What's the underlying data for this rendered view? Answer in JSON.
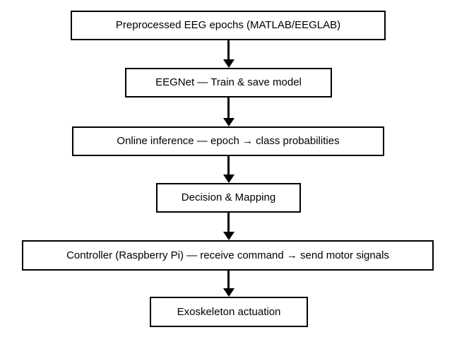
{
  "diagram": {
    "type": "flowchart",
    "direction": "top-to-bottom",
    "colors": {
      "background": "#ffffff",
      "node_fill": "#ffffff",
      "node_border": "#000000",
      "text": "#000000",
      "arrow": "#000000"
    },
    "nodes": [
      {
        "id": "preprocessed-eeg-epochs",
        "label": "Preprocessed EEG epochs (MATLAB/EEGLAB)"
      },
      {
        "id": "eegnet-train-save",
        "label": "EEGNet — Train & save model"
      },
      {
        "id": "online-inference",
        "label": "Online inference — epoch → class probabilities"
      },
      {
        "id": "decision-mapping",
        "label": "Decision & Mapping"
      },
      {
        "id": "controller-raspberry-pi",
        "label": "Controller (Raspberry Pi) — receive command → send motor signals"
      },
      {
        "id": "exoskeleton-actuation",
        "label": "Exoskeleton actuation"
      }
    ],
    "connections": [
      {
        "from": 0,
        "to": 1
      },
      {
        "from": 1,
        "to": 2
      },
      {
        "from": 2,
        "to": 3
      },
      {
        "from": 3,
        "to": 4
      },
      {
        "from": 4,
        "to": 5
      }
    ]
  }
}
